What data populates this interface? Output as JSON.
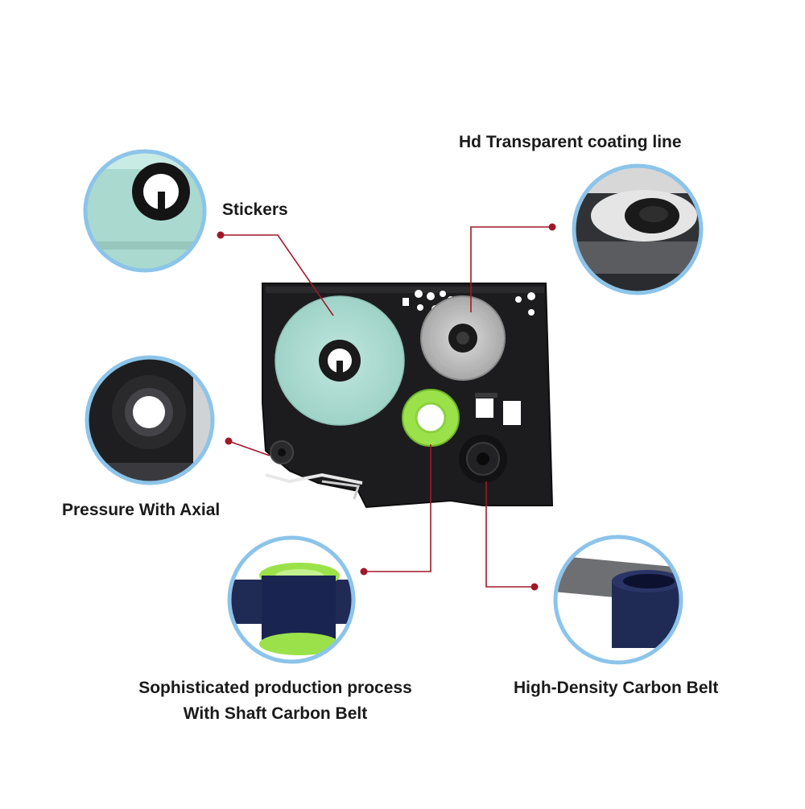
{
  "labels": {
    "stickers": "Stickers",
    "hd_coating": "Hd Transparent coating line",
    "pressure_axial": "Pressure With Axial",
    "production_line1": "Sophisticated production process",
    "production_line2": "With Shaft Carbon Belt",
    "carbon_belt": "High-Density Carbon Belt"
  },
  "colors": {
    "leader_line": "#a01828",
    "circle_border": "#8cc4ea",
    "cassette_body": "#1c1c1e",
    "sticker_roll": "#a9d9cf",
    "clear_roll": "#c9c9c9",
    "green_spool": "#9be24a",
    "carbon_film": "#1f2a55"
  }
}
